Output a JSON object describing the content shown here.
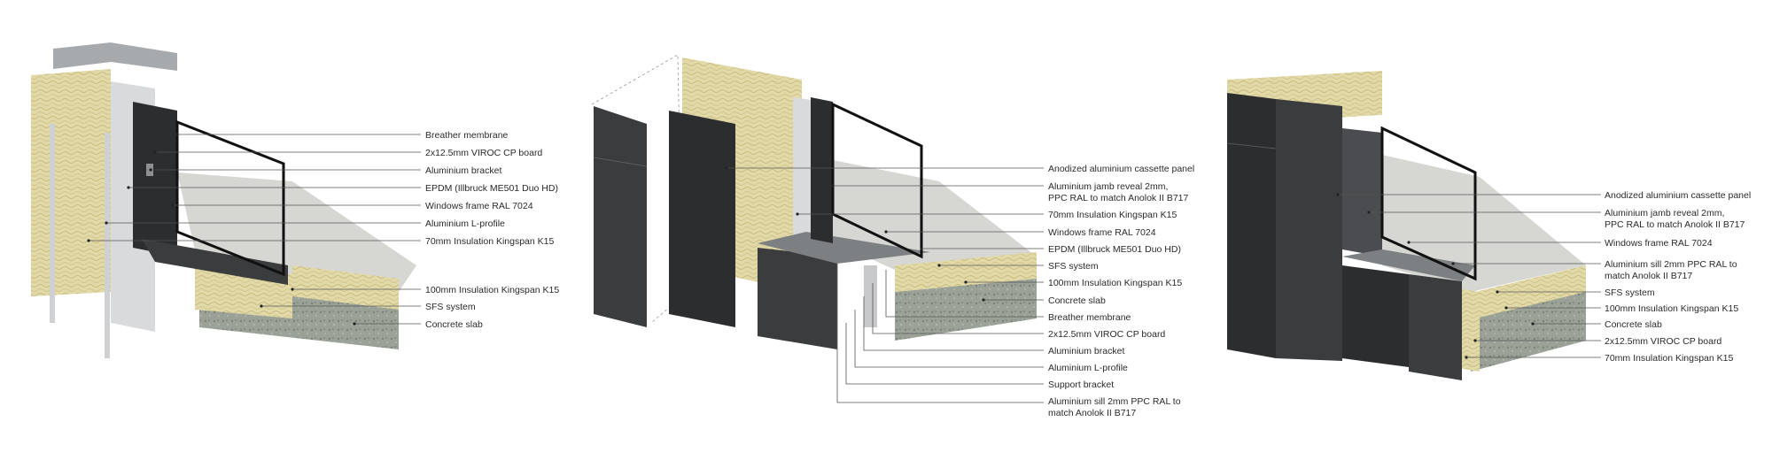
{
  "colors": {
    "insulation": "#e2d9a8",
    "insulation_shade": "#c9bb7f",
    "panel_dark": "#3a3c3e",
    "panel_darker": "#2b2d2f",
    "board": "#d9dadb",
    "slab_top": "#d6d7d3",
    "slab_side": "#a7aba0",
    "stone": "#8d948a",
    "label_text": "#2a2a2a"
  },
  "diagram_1": {
    "labels": [
      "Breather membrane",
      "2x12.5mm VIROC CP board",
      "Aluminium bracket",
      "EPDM (Illbruck ME501 Duo HD)",
      "Windows frame RAL 7024",
      "Aluminium L-profile",
      "70mm Insulation Kingspan K15",
      "100mm Insulation Kingspan K15",
      "SFS system",
      "Concrete slab"
    ]
  },
  "diagram_2": {
    "labels": [
      "Anodized aluminium cassette panel",
      "Aluminium jamb reveal 2mm,",
      "PPC RAL to match Anolok II B717",
      "70mm Insulation Kingspan K15",
      "Windows frame RAL 7024",
      "EPDM (Illbruck ME501 Duo HD)",
      "SFS system",
      "100mm Insulation Kingspan K15",
      "Concrete slab",
      "Breather membrane",
      "2x12.5mm VIROC CP board",
      "Aluminium bracket",
      "Aluminium L-profile",
      "Support bracket",
      "Aluminium sill 2mm PPC RAL to",
      "match Anolok II B717"
    ]
  },
  "diagram_3": {
    "labels": [
      "Anodized aluminium cassette panel",
      "Aluminium jamb reveal 2mm,",
      "PPC RAL to match Anolok II B717",
      "Windows frame RAL 7024",
      "Aluminium sill 2mm PPC RAL to",
      "match Anolok II B717",
      "SFS system",
      "100mm Insulation Kingspan K15",
      "Concrete slab",
      "2x12.5mm VIROC CP board",
      "70mm Insulation Kingspan K15"
    ]
  }
}
